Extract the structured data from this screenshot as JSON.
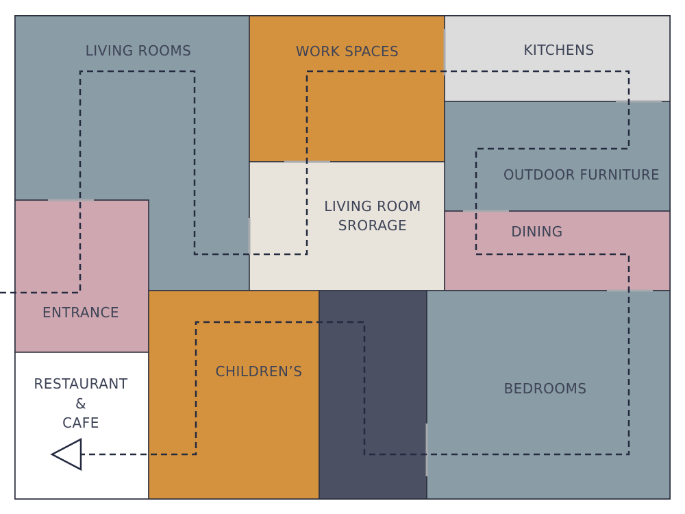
{
  "floorplan": {
    "colors": {
      "slate": "#8a9ca6",
      "amber": "#d5923e",
      "light_gray": "#dcdcdc",
      "cream": "#e8e4dc",
      "pink": "#cfa7b0",
      "white": "#ffffff",
      "navy": "#4b5063",
      "route": "#242a3f"
    },
    "rooms": [
      {
        "id": "living-rooms",
        "label_lines": [
          "LIVING ROOMS"
        ],
        "color": "slate"
      },
      {
        "id": "work-spaces",
        "label_lines": [
          "WORK SPACES"
        ],
        "color": "amber"
      },
      {
        "id": "kitchens",
        "label_lines": [
          "KITCHENS"
        ],
        "color": "light_gray"
      },
      {
        "id": "outdoor-furniture",
        "label_lines": [
          "OUTDOOR FURNITURE"
        ],
        "color": "slate"
      },
      {
        "id": "living-room-storage",
        "label_lines": [
          "LIVING ROOM",
          "SRORAGE"
        ],
        "color": "cream"
      },
      {
        "id": "dining",
        "label_lines": [
          "DINING"
        ],
        "color": "pink"
      },
      {
        "id": "entrance",
        "label_lines": [
          "ENTRANCE"
        ],
        "color": "pink"
      },
      {
        "id": "restaurant-cafe",
        "label_lines": [
          "RESTAURANT",
          "&",
          "CAFE"
        ],
        "color": "white"
      },
      {
        "id": "childrens",
        "label_lines": [
          "CHILDREN’S"
        ],
        "color": "amber"
      },
      {
        "id": "dark-section",
        "label_lines": [],
        "color": "navy"
      },
      {
        "id": "bedrooms",
        "label_lines": [
          "BEDROOMS"
        ],
        "color": "slate"
      }
    ]
  }
}
